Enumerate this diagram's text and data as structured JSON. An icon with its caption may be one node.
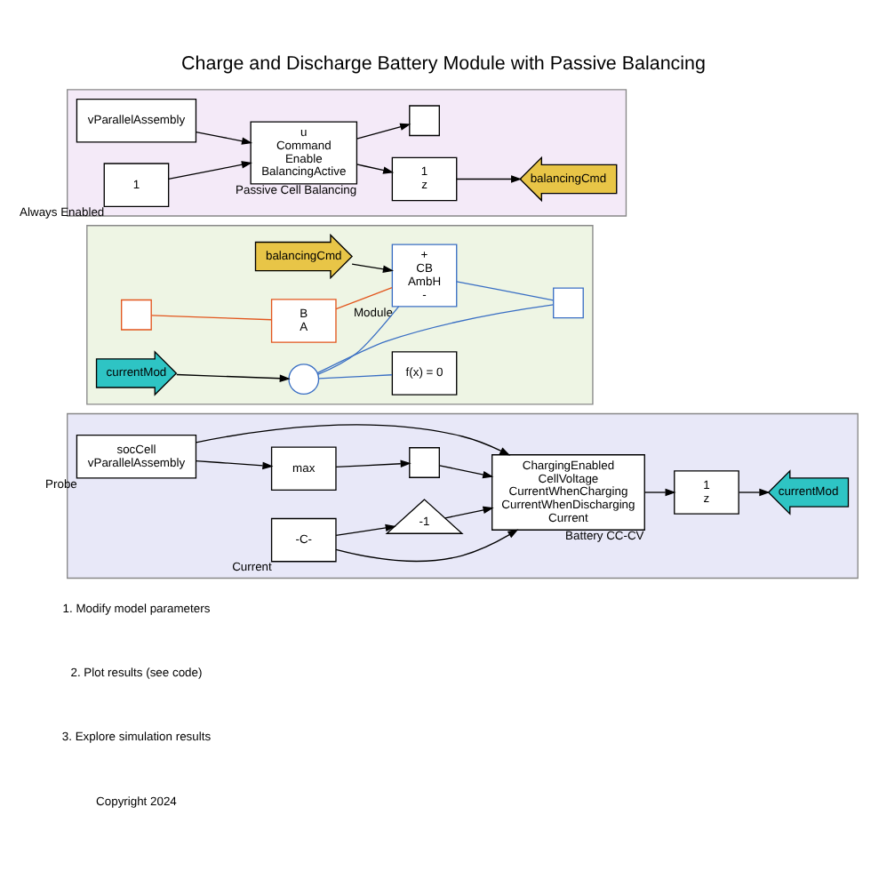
{
  "diagram": {
    "title": "Charge and Discharge Battery Module with Passive Balancing",
    "nodes": [
      {
        "text": [],
        "shape": "box"
      },
      {
        "text": [
          "vParallelAssembly"
        ],
        "in": 0
      },
      {
        "text": [
          "u",
          "Command",
          "Enable",
          "BalancingActive"
        ],
        "beside": [
          "Passive Cell Balancing"
        ],
        "in": 0
      },
      {
        "text": [
          "1",
          "z"
        ],
        "in": 0
      },
      {
        "text": [
          "balancingCmd"
        ],
        "in": 0
      },
      {
        "text": [
          "1"
        ],
        "beside": [
          "Always Enabled"
        ],
        "in": 0
      },
      {
        "text": [],
        "shape": "box",
        "in": 0
      },
      {
        "text": [],
        "shape": "box"
      },
      {
        "text": [],
        "shape": "circle",
        "in": 7
      },
      {
        "text": [
          "f(x) = 0"
        ],
        "in": 7
      },
      {
        "text": [
          "balancingCmd"
        ],
        "in": 7
      },
      {
        "text": [
          "+",
          "CB",
          "AmbH",
          "-"
        ],
        "beside": [
          "Module"
        ],
        "in": 7
      },
      {
        "text": [],
        "shape": "box",
        "in": 7
      },
      {
        "text": [
          "B",
          "A"
        ],
        "in": 7
      },
      {
        "text": [
          "currentMod"
        ],
        "in": 7
      },
      {
        "text": [],
        "shape": "box",
        "in": 7
      },
      {
        "text": [],
        "shape": "box"
      },
      {
        "text": [
          "socCell",
          "vParallelAssembly"
        ],
        "beside": [
          "Probe"
        ],
        "in": 16
      },
      {
        "text": [
          "max"
        ],
        "in": 16
      },
      {
        "text": [],
        "shape": "box",
        "in": 16
      },
      {
        "text": [
          "ChargingEnabled",
          "CellVoltage",
          "CurrentWhenCharging",
          "CurrentWhenDischarging",
          "Current"
        ],
        "beside": [
          "Battery CC-CV"
        ],
        "in": 16
      },
      {
        "text": [
          "-C-"
        ],
        "beside": [
          "Current"
        ],
        "in": 16
      },
      {
        "text": [
          "-1"
        ],
        "in": 16
      },
      {
        "text": [
          "1",
          "z"
        ],
        "in": 16
      },
      {
        "text": [
          "currentMod"
        ],
        "in": 16
      }
    ],
    "edges": [
      {
        "from": 1,
        "to": 2,
        "arrow": "to"
      },
      {
        "from": 2,
        "to": 3,
        "arrow": "to"
      },
      {
        "from": 3,
        "to": 4,
        "arrow": "to"
      },
      {
        "from": 5,
        "to": 2,
        "arrow": "to"
      },
      {
        "from": 2,
        "to": 6,
        "arrow": "to"
      },
      {
        "from": 14,
        "to": 8,
        "arrow": "to"
      },
      {
        "from": 8,
        "to": 9,
        "arrow": "none",
        "color": "#3a6fc4"
      },
      {
        "from": 8,
        "to": 11,
        "arrow": "none",
        "color": "#3a6fc4"
      },
      {
        "from": 10,
        "to": 11,
        "arrow": "to"
      },
      {
        "from": 12,
        "to": 13,
        "arrow": "none",
        "color": "#e2561d"
      },
      {
        "from": 13,
        "to": 11,
        "arrow": "none",
        "color": "#e2561d"
      },
      {
        "from": 8,
        "to": 15,
        "arrow": "none",
        "color": "#3a6fc4"
      },
      {
        "from": 11,
        "to": 15,
        "arrow": "none",
        "color": "#3a6fc4"
      },
      {
        "from": 17,
        "to": 18,
        "arrow": "to"
      },
      {
        "from": 18,
        "to": 19,
        "arrow": "to"
      },
      {
        "from": 19,
        "to": 20,
        "arrow": "to"
      },
      {
        "from": 17,
        "to": 20,
        "arrow": "to"
      },
      {
        "from": 21,
        "to": 20,
        "arrow": "to"
      },
      {
        "from": 21,
        "to": 22,
        "arrow": "to"
      },
      {
        "from": 22,
        "to": 20,
        "arrow": "to"
      },
      {
        "from": 20,
        "to": 23,
        "arrow": "to"
      },
      {
        "from": 23,
        "to": 24,
        "arrow": "to"
      }
    ],
    "labels": [
      "1. Modify model parameters",
      "2. Plot results (see code)",
      "3. Explore simulation results",
      "Copyright 2024"
    ]
  }
}
